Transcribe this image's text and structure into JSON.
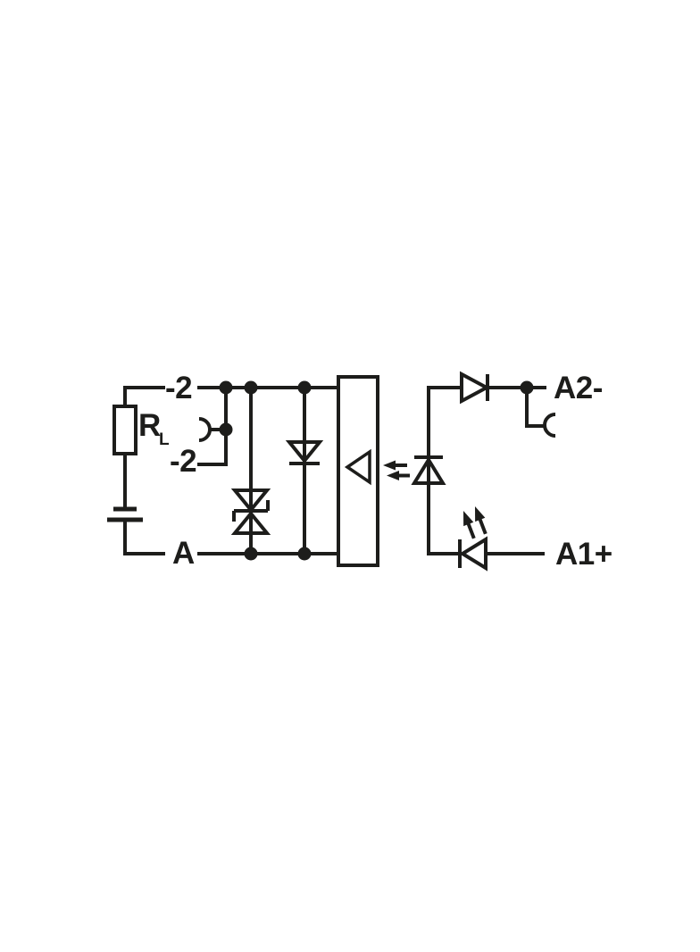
{
  "diagram": {
    "kind": "relay-module-circuit-schematic",
    "colors": {
      "ink": "#1d1d1b",
      "background": "#ffffff"
    },
    "labels": {
      "terminal_minus2_top": "-2",
      "terminal_minus2_mid": "-2",
      "terminal_a": "A",
      "terminal_a2": "A2-",
      "terminal_a1": "A1+",
      "resistor_symbol": "R",
      "resistor_subscript": "L"
    },
    "icons": [
      "load-resistor-icon",
      "battery-icon",
      "plug-contact-icon",
      "tvs-suppressor-diode-icon",
      "freewheel-diode-icon",
      "optocoupler-receiver-icon",
      "optocoupler-emitter-diode-icon",
      "light-arrows-icon",
      "blocking-diode-icon",
      "status-led-icon"
    ]
  }
}
